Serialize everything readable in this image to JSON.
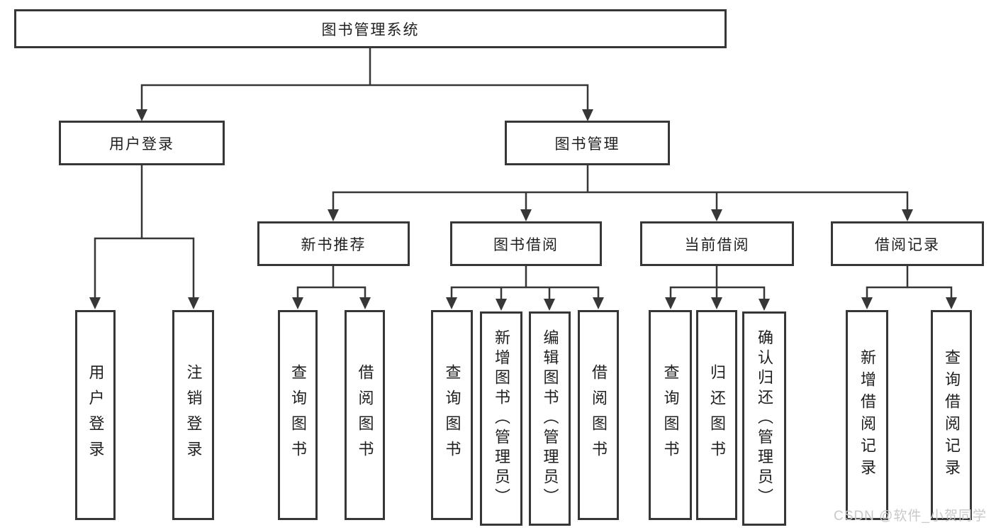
{
  "nodes": {
    "root": "图书管理系统",
    "level2": [
      "用户登录",
      "图书管理"
    ],
    "level3": [
      "新书推荐",
      "图书借阅",
      "当前借阅",
      "借阅记录"
    ],
    "leaves_login": [
      "用户登录",
      "注销登录"
    ],
    "leaves_newbook": [
      "查询图书",
      "借阅图书"
    ],
    "leaves_borrow": [
      "查询图书",
      "新增图书（管理员）",
      "编辑图书（管理员）",
      "借阅图书"
    ],
    "leaves_current": [
      "查询图书",
      "归还图书",
      "确认归还（管理员）"
    ],
    "leaves_record": [
      "新增借阅记录",
      "查询借阅记录"
    ]
  },
  "watermark": "CSDN @软件_小贺同学",
  "colors": {
    "line": "#373737",
    "text": "#1f1f1f",
    "watermark": "#c9c9c9",
    "background": "#ffffff"
  }
}
